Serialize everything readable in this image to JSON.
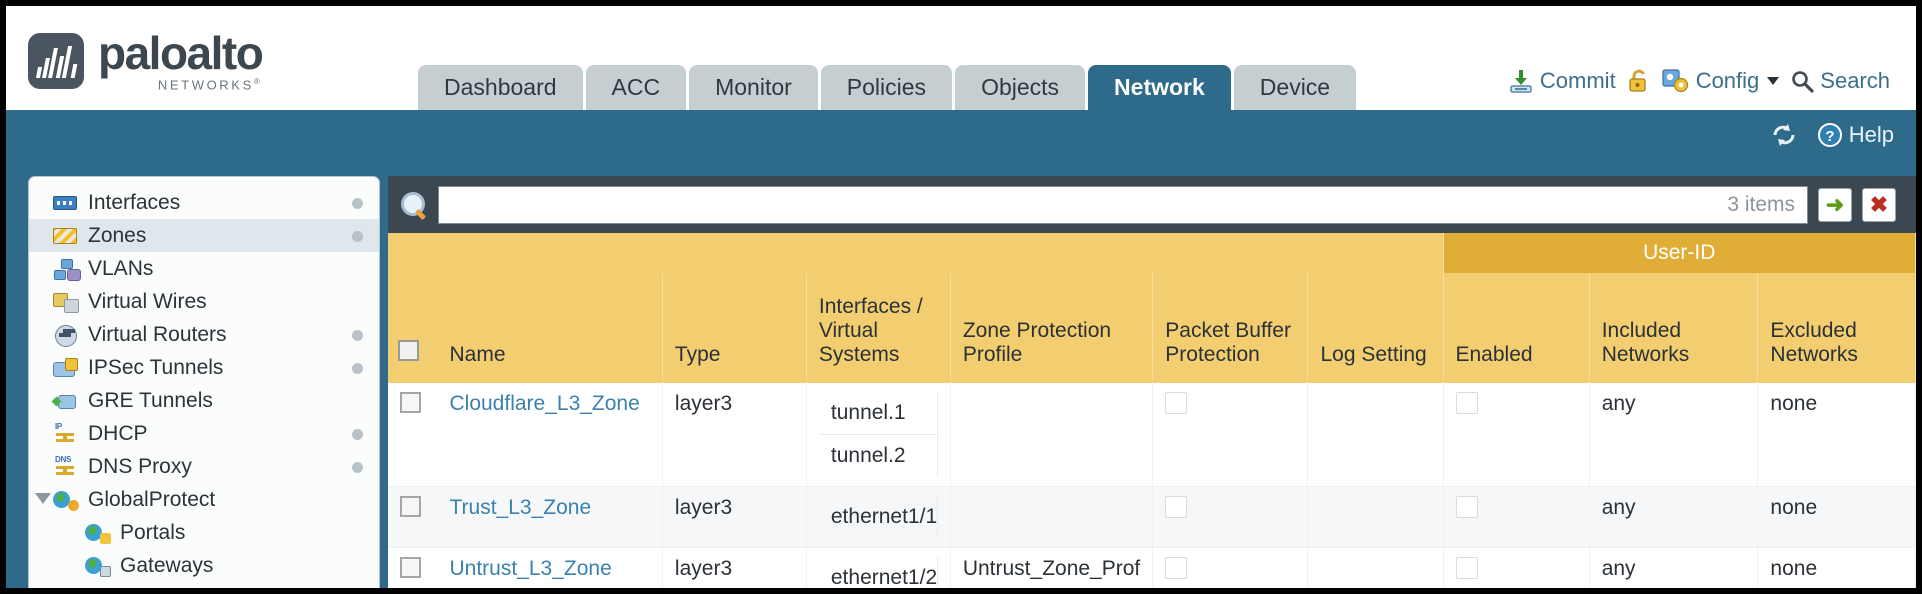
{
  "brand": {
    "name": "paloalto",
    "tagline": "NETWORKS"
  },
  "header": {
    "tabs": [
      {
        "label": "Dashboard",
        "active": false
      },
      {
        "label": "ACC",
        "active": false
      },
      {
        "label": "Monitor",
        "active": false
      },
      {
        "label": "Policies",
        "active": false
      },
      {
        "label": "Objects",
        "active": false
      },
      {
        "label": "Network",
        "active": true
      },
      {
        "label": "Device",
        "active": false
      }
    ],
    "actions": {
      "commit": "Commit",
      "config": "Config",
      "search": "Search"
    }
  },
  "toolbar": {
    "help": "Help"
  },
  "sidebar": {
    "items": [
      {
        "label": "Interfaces",
        "icon": "interfaces-icon",
        "selected": false,
        "dot": true,
        "child": false,
        "twisty": false
      },
      {
        "label": "Zones",
        "icon": "zones-icon",
        "selected": true,
        "dot": true,
        "child": false,
        "twisty": false
      },
      {
        "label": "VLANs",
        "icon": "vlans-icon",
        "selected": false,
        "dot": false,
        "child": false,
        "twisty": false
      },
      {
        "label": "Virtual Wires",
        "icon": "virtual-wires-icon",
        "selected": false,
        "dot": false,
        "child": false,
        "twisty": false
      },
      {
        "label": "Virtual Routers",
        "icon": "virtual-routers-icon",
        "selected": false,
        "dot": true,
        "child": false,
        "twisty": false
      },
      {
        "label": "IPSec Tunnels",
        "icon": "ipsec-tunnels-icon",
        "selected": false,
        "dot": true,
        "child": false,
        "twisty": false
      },
      {
        "label": "GRE Tunnels",
        "icon": "gre-tunnels-icon",
        "selected": false,
        "dot": false,
        "child": false,
        "twisty": false
      },
      {
        "label": "DHCP",
        "icon": "dhcp-icon",
        "selected": false,
        "dot": true,
        "child": false,
        "twisty": false
      },
      {
        "label": "DNS Proxy",
        "icon": "dns-proxy-icon",
        "selected": false,
        "dot": true,
        "child": false,
        "twisty": false
      },
      {
        "label": "GlobalProtect",
        "icon": "globalprotect-icon",
        "selected": false,
        "dot": false,
        "child": false,
        "twisty": true
      },
      {
        "label": "Portals",
        "icon": "portals-icon",
        "selected": false,
        "dot": false,
        "child": true,
        "twisty": false
      },
      {
        "label": "Gateways",
        "icon": "gateways-icon",
        "selected": false,
        "dot": false,
        "child": true,
        "twisty": false
      }
    ]
  },
  "filter": {
    "value": "",
    "placeholder": "",
    "item_count": "3 items",
    "apply_label": "➜",
    "clear_label": "✖"
  },
  "table": {
    "group_header": "User-ID",
    "columns": [
      "Name",
      "Type",
      "Interfaces / Virtual Systems",
      "Zone Protection Profile",
      "Packet Buffer Protection",
      "Log Setting",
      "Enabled",
      "Included Networks",
      "Excluded Networks"
    ],
    "rows": [
      {
        "name": "Cloudflare_L3_Zone",
        "type": "layer3",
        "interfaces": [
          "tunnel.1",
          "tunnel.2"
        ],
        "zone_protection_profile": "",
        "packet_buffer_protection": false,
        "log_setting": "",
        "userid_enabled": false,
        "included_networks": "any",
        "excluded_networks": "none"
      },
      {
        "name": "Trust_L3_Zone",
        "type": "layer3",
        "interfaces": [
          "ethernet1/1"
        ],
        "zone_protection_profile": "",
        "packet_buffer_protection": false,
        "log_setting": "",
        "userid_enabled": false,
        "included_networks": "any",
        "excluded_networks": "none"
      },
      {
        "name": "Untrust_L3_Zone",
        "type": "layer3",
        "interfaces": [
          "ethernet1/2"
        ],
        "zone_protection_profile": "Untrust_Zone_Prof",
        "packet_buffer_protection": false,
        "log_setting": "",
        "userid_enabled": false,
        "included_networks": "any",
        "excluded_networks": "none"
      }
    ]
  },
  "colors": {
    "brand_blue": "#2e6b8a",
    "header_amber": "#f3ce70",
    "group_amber": "#e0ae36",
    "link_blue": "#3a82ad"
  }
}
